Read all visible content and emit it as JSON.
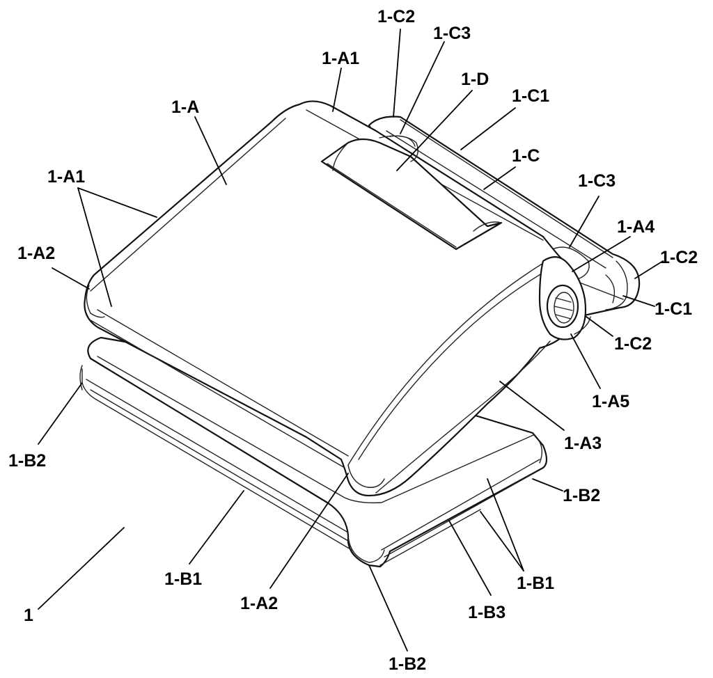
{
  "figure": {
    "device_number": "1",
    "labels": {
      "c2_top": "1-C2",
      "c3_top": "1-C3",
      "a1_top": "1-A1",
      "d": "1-D",
      "c1_top": "1-C1",
      "a": "1-A",
      "c": "1-C",
      "a1_left": "1-A1",
      "c3_right": "1-C3",
      "a4": "1-A4",
      "a2_left": "1-A2",
      "c2_right": "1-C2",
      "c1_right": "1-C1",
      "c2_mid": "1-C2",
      "a5": "1-A5",
      "a3": "1-A3",
      "b2_left": "1-B2",
      "b2_right": "1-B2",
      "b1_left": "1-B1",
      "b1_right": "1-B1",
      "a2_bottom": "1-A2",
      "b3": "1-B3",
      "b2_bottom": "1-B2"
    }
  }
}
